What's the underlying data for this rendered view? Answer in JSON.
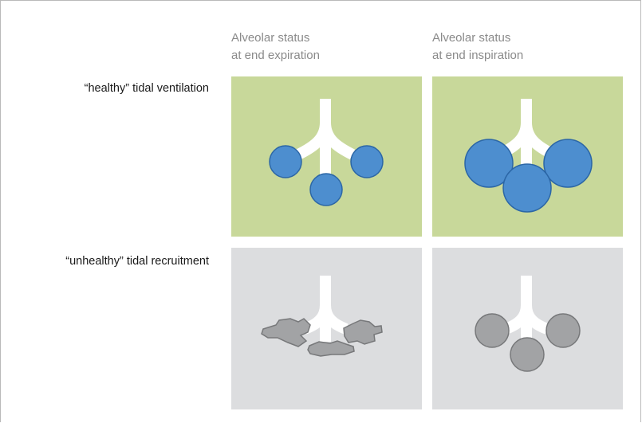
{
  "columns": [
    {
      "line1": "Alveolar status",
      "line2": "at end expiration"
    },
    {
      "line1": "Alveolar status",
      "line2": "at end inspiration"
    }
  ],
  "rows": [
    {
      "label": "“healthy” tidal ventilation"
    },
    {
      "label": "“unhealthy” tidal recruitment"
    }
  ],
  "colors": {
    "healthy_panel": "#c8d89a",
    "unhealthy_panel": "#dcdddf",
    "alveolus_blue": "#4d8ecf",
    "alveolus_blue_outline": "#2b66a6",
    "alveolus_gray": "#a2a3a5",
    "alveolus_gray_outline": "#77787a",
    "airway": "#ffffff",
    "frame_border": "#b9b9b9"
  }
}
